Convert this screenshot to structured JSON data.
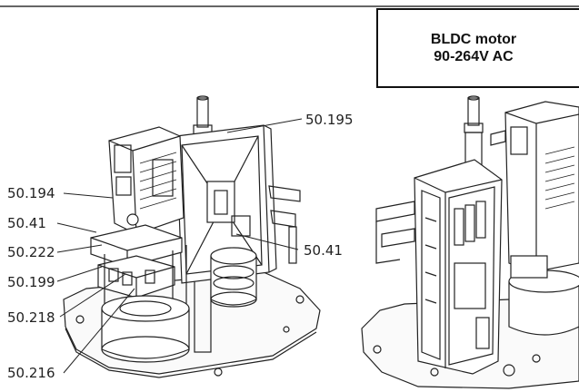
{
  "info_box": {
    "line1": "BLDC motor",
    "line2": "90-264V AC"
  },
  "callouts": [
    {
      "id": "top_right",
      "text": "50.195"
    },
    {
      "id": "left_1",
      "text": "50.194"
    },
    {
      "id": "left_2",
      "text": "50.41"
    },
    {
      "id": "left_3",
      "text": "50.222"
    },
    {
      "id": "left_4",
      "text": "50.199"
    },
    {
      "id": "left_5",
      "text": "50.218"
    },
    {
      "id": "left_6",
      "text": "50.216"
    },
    {
      "id": "mid_right",
      "text": "50.41"
    }
  ]
}
